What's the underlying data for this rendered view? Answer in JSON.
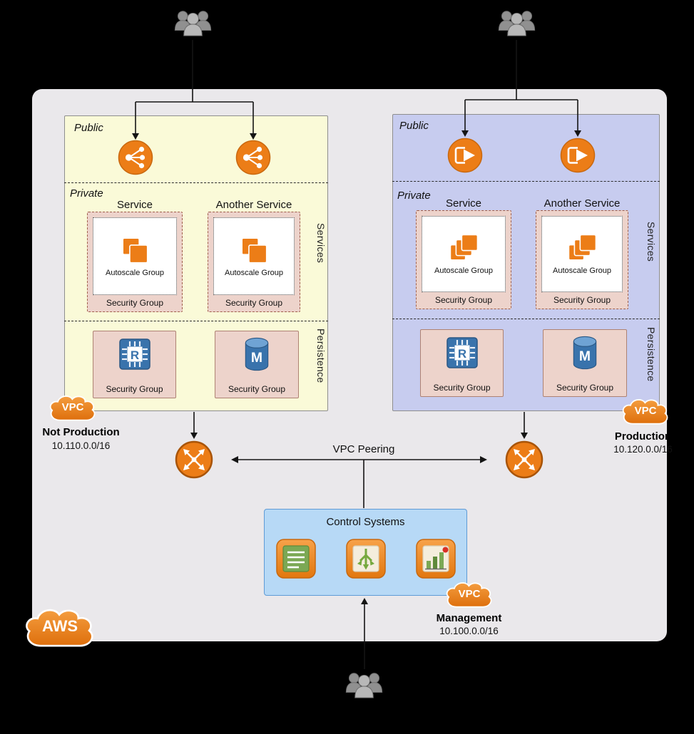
{
  "aws": {
    "cloud_label": "AWS"
  },
  "vpc_badge": "VPC",
  "icons": {
    "cache_letter": "R",
    "db_letter": "M"
  },
  "peering": {
    "label": "VPC Peering"
  },
  "vpc_left": {
    "public_label": "Public",
    "private_label": "Private",
    "service_a_title": "Service",
    "service_b_title": "Another Service",
    "autoscale_label": "Autoscale Group",
    "security_group_label": "Security Group",
    "services_section_label": "Services",
    "persistence_section_label": "Persistence",
    "name": "Not Production",
    "cidr": "10.110.0.0/16"
  },
  "vpc_right": {
    "public_label": "Public",
    "private_label": "Private",
    "service_a_title": "Service",
    "service_b_title": "Another Service",
    "autoscale_label": "Autoscale Group",
    "security_group_label": "Security Group",
    "services_section_label": "Services",
    "persistence_section_label": "Persistence",
    "name": "Production",
    "cidr": "10.120.0.0/16"
  },
  "control": {
    "title": "Control Systems",
    "name": "Management",
    "cidr": "10.100.0.0/16"
  }
}
